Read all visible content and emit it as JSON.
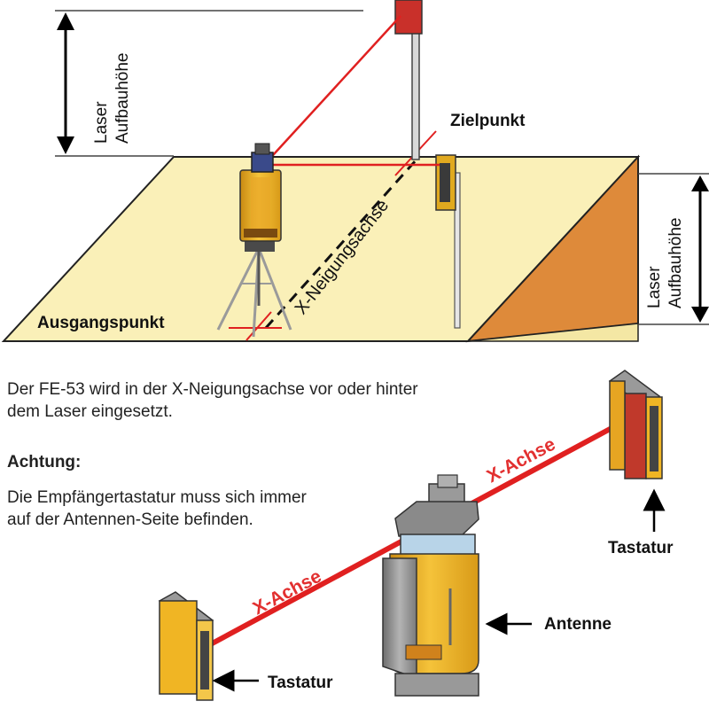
{
  "top_diagram": {
    "height_label_left_line1": "Laser",
    "height_label_left_line2": "Aufbauhöhe",
    "height_label_right_line1": "Laser",
    "height_label_right_line2": "Aufbauhöhe",
    "target_label": "Zielpunkt",
    "origin_label": "Ausgangspunkt",
    "axis_label": "X-Neigungsachse"
  },
  "text": {
    "intro_line1": "Der FE-53 wird in der X-Neigungsachse vor oder hinter",
    "intro_line2": "dem Laser eingesetzt.",
    "warning_heading": "Achtung:",
    "warning_line1": "Die Empfängertastatur muss sich immer",
    "warning_line2": "auf der Antennen-Seite befinden."
  },
  "bottom_diagram": {
    "axis_label_right": "X-Achse",
    "axis_label_left": "X-Achse",
    "keypad_label_right": "Tastatur",
    "antenna_label": "Antenne",
    "keypad_label_left": "Tastatur"
  },
  "colors": {
    "laser_beam": "#e02020",
    "ground": "#faf0b8",
    "ramp": "#de8a3a",
    "device_yellow": "#f2b21c",
    "device_gray": "#8d8d8d"
  }
}
